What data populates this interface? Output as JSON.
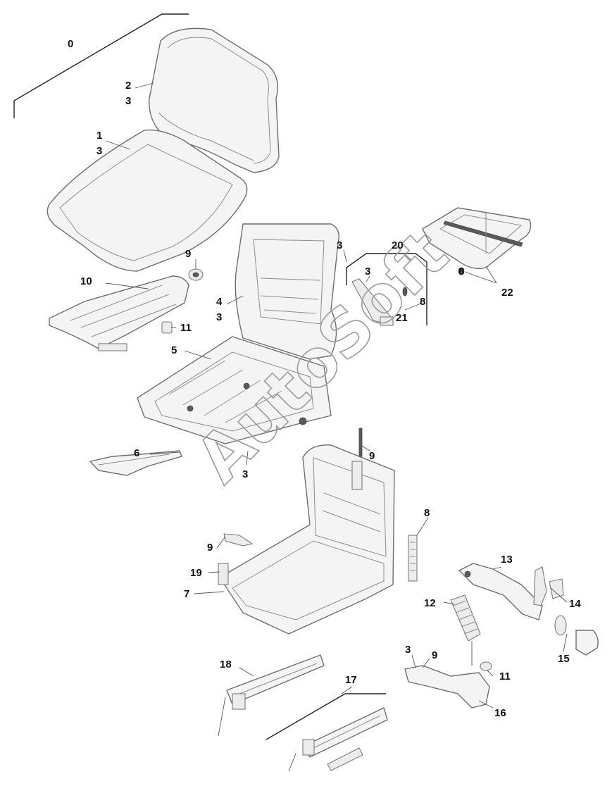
{
  "diagram": {
    "watermark": "AutoSoft",
    "callouts": [
      {
        "id": "c-0",
        "text": "0"
      },
      {
        "id": "c-2",
        "text": "2"
      },
      {
        "id": "c-3a",
        "text": "3"
      },
      {
        "id": "c-1",
        "text": "1"
      },
      {
        "id": "c-3b",
        "text": "3"
      },
      {
        "id": "c-9a",
        "text": "9"
      },
      {
        "id": "c-10",
        "text": "10"
      },
      {
        "id": "c-11a",
        "text": "11"
      },
      {
        "id": "c-4",
        "text": "4"
      },
      {
        "id": "c-3c",
        "text": "3"
      },
      {
        "id": "c-3d",
        "text": "3"
      },
      {
        "id": "c-20",
        "text": "20"
      },
      {
        "id": "c-3e",
        "text": "3"
      },
      {
        "id": "c-8a",
        "text": "8"
      },
      {
        "id": "c-21",
        "text": "21"
      },
      {
        "id": "c-8b",
        "text": "8"
      },
      {
        "id": "c-22",
        "text": "22"
      },
      {
        "id": "c-5",
        "text": "5"
      },
      {
        "id": "c-6",
        "text": "6"
      },
      {
        "id": "c-3f",
        "text": "3"
      },
      {
        "id": "c-9b",
        "text": "9"
      },
      {
        "id": "c-8c",
        "text": "8"
      },
      {
        "id": "c-9c",
        "text": "9"
      },
      {
        "id": "c-19",
        "text": "19"
      },
      {
        "id": "c-7",
        "text": "7"
      },
      {
        "id": "c-13",
        "text": "13"
      },
      {
        "id": "c-12",
        "text": "12"
      },
      {
        "id": "c-14",
        "text": "14"
      },
      {
        "id": "c-15",
        "text": "15"
      },
      {
        "id": "c-3g",
        "text": "3"
      },
      {
        "id": "c-9d",
        "text": "9"
      },
      {
        "id": "c-11b",
        "text": "11"
      },
      {
        "id": "c-16",
        "text": "16"
      },
      {
        "id": "c-18",
        "text": "18"
      },
      {
        "id": "c-17",
        "text": "17"
      }
    ]
  }
}
